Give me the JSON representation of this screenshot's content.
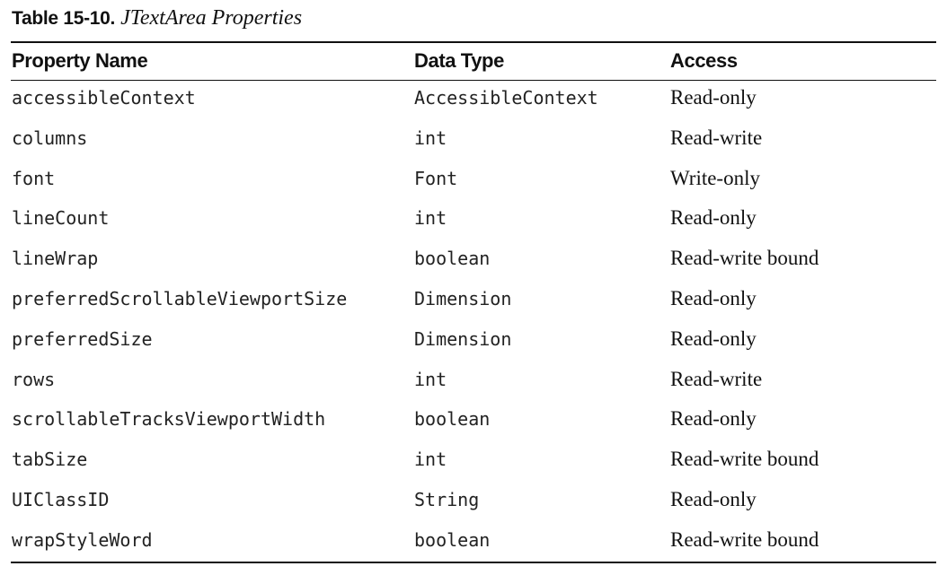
{
  "table": {
    "number": "Table 15-10.",
    "title": "JTextArea Properties",
    "headers": [
      "Property Name",
      "Data Type",
      "Access"
    ],
    "rows": [
      [
        "accessibleContext",
        "AccessibleContext",
        "Read-only"
      ],
      [
        "columns",
        "int",
        "Read-write"
      ],
      [
        "font",
        "Font",
        "Write-only"
      ],
      [
        "lineCount",
        "int",
        "Read-only"
      ],
      [
        "lineWrap",
        "boolean",
        "Read-write bound"
      ],
      [
        "preferredScrollableViewportSize",
        "Dimension",
        "Read-only"
      ],
      [
        "preferredSize",
        "Dimension",
        "Read-only"
      ],
      [
        "rows",
        "int",
        "Read-write"
      ],
      [
        "scrollableTracksViewportWidth",
        "boolean",
        "Read-only"
      ],
      [
        "tabSize",
        "int",
        "Read-write bound"
      ],
      [
        "UIClassID",
        "String",
        "Read-only"
      ],
      [
        "wrapStyleWord",
        "boolean",
        "Read-write bound"
      ]
    ]
  }
}
